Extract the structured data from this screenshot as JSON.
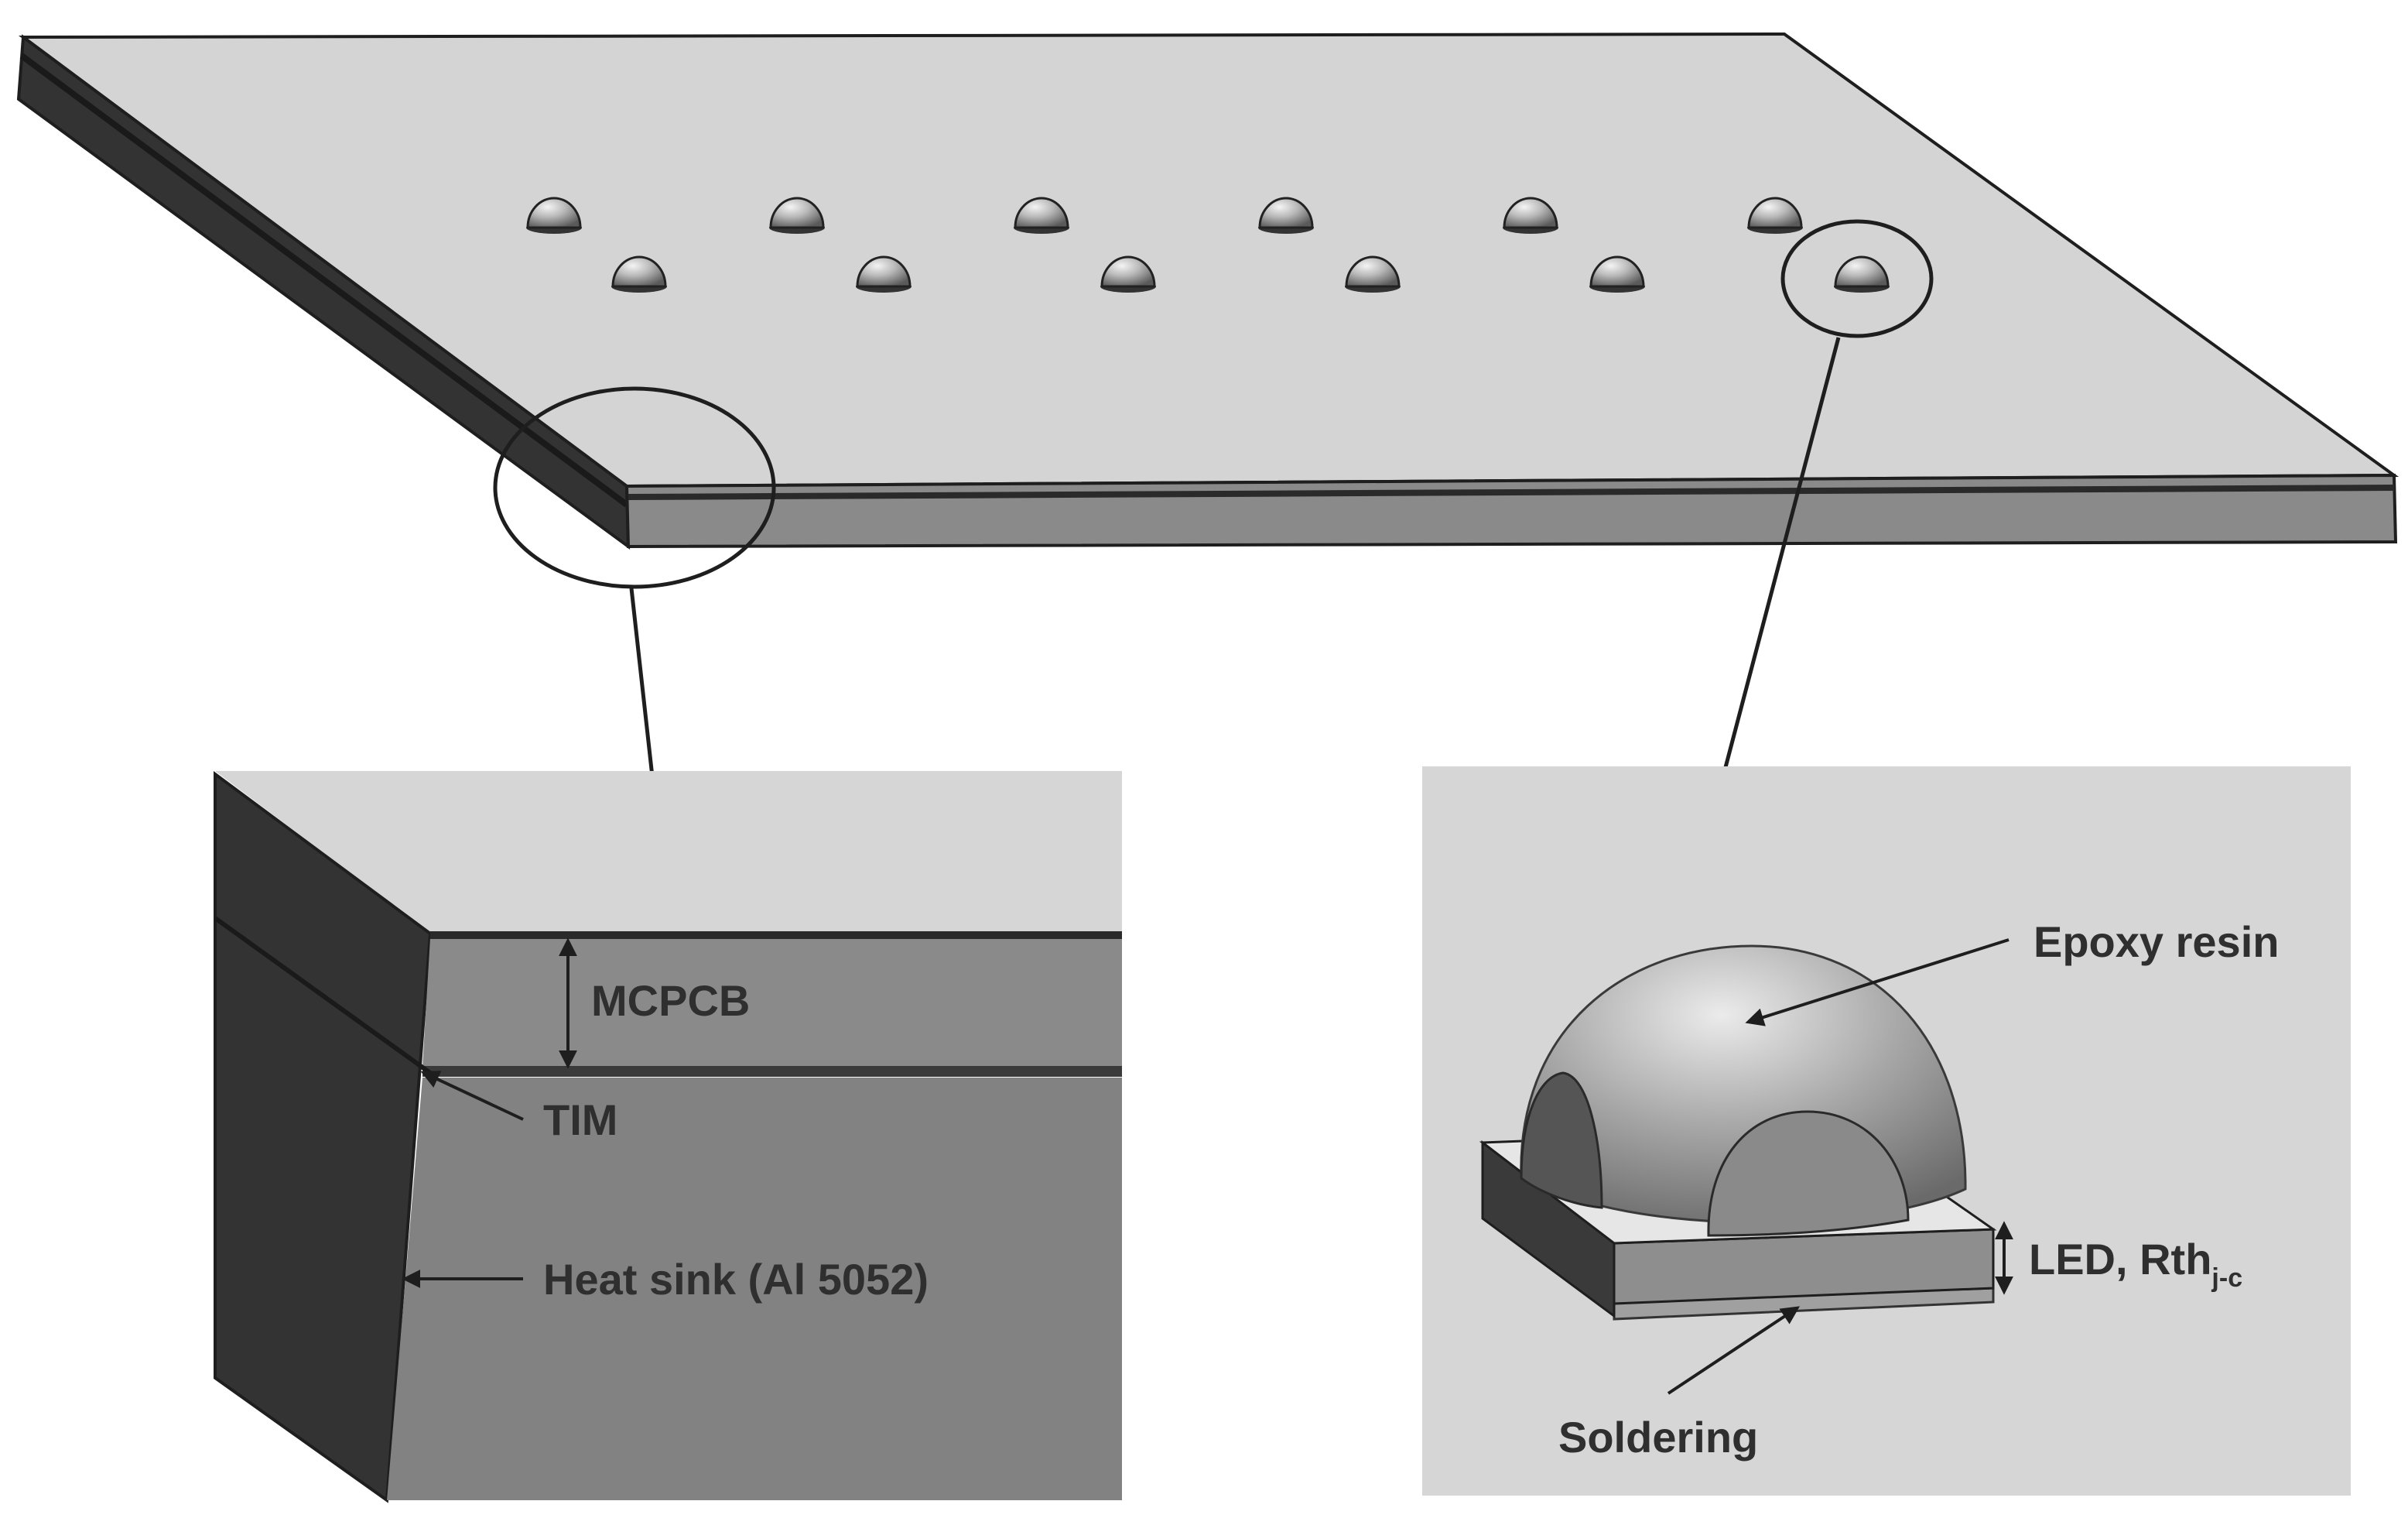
{
  "figure": {
    "labels": {
      "mcpcb": "MCPCB",
      "tim": "TIM",
      "heat_sink": "Heat sink (Al 5052)",
      "epoxy_resin": "Epoxy resin",
      "led_prefix": "LED, Rth",
      "led_subscript": "j-c",
      "soldering": "Soldering"
    },
    "colors": {
      "board_top": "#d4d4d4",
      "board_side": "#8a8a8a",
      "board_edge_dark": "#333333",
      "panel_bg": "#d6d6d6",
      "outline": "#1e1e1e"
    },
    "led_array": {
      "rows": 2,
      "per_row": 6
    }
  }
}
